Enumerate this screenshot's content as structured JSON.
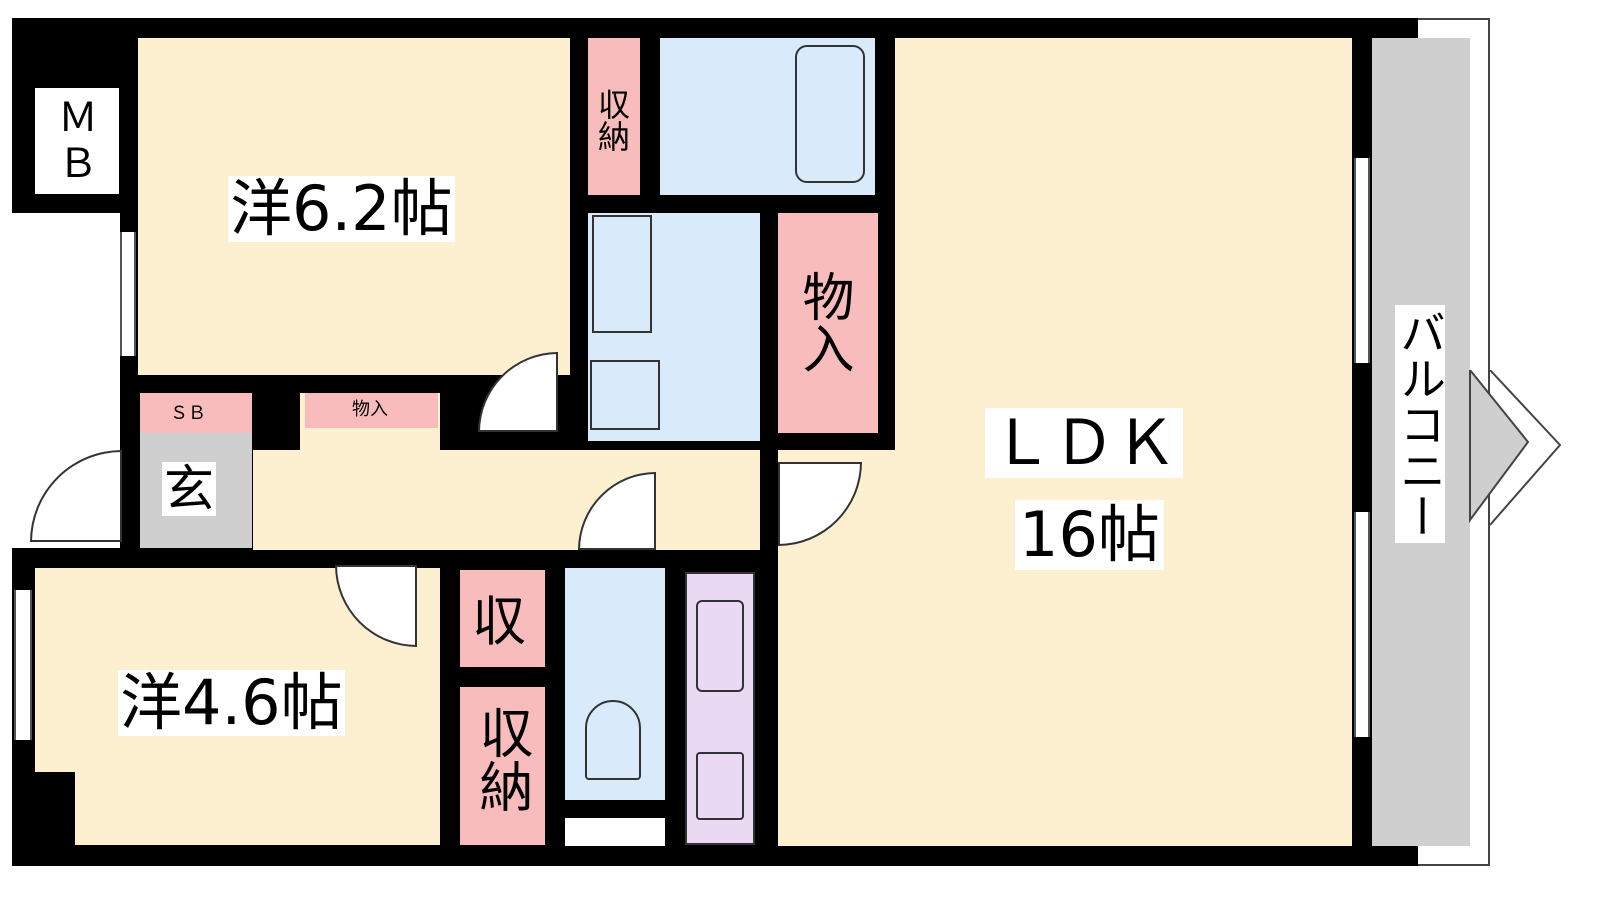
{
  "rooms": {
    "western_large": "洋6.2帖",
    "storage_top": "収納",
    "closet_mid": "物入",
    "ldk_name": "ＬＤＫ",
    "ldk_size": "16帖",
    "mb": "ＭＢ",
    "sb": "ＳＢ",
    "closet_small": "物入",
    "entrance": "玄",
    "western_small": "洋4.6帖",
    "storage_small": "収",
    "storage_bottom": "収納",
    "balcony": "バルコニー"
  },
  "colors": {
    "room": "#fdf0d0",
    "storage": "#f9bcbc",
    "wet_area": "#d9eafb",
    "kitchen": "#ead9f2",
    "entrance": "#cfcfcf",
    "balcony": "#cfcfcf"
  }
}
